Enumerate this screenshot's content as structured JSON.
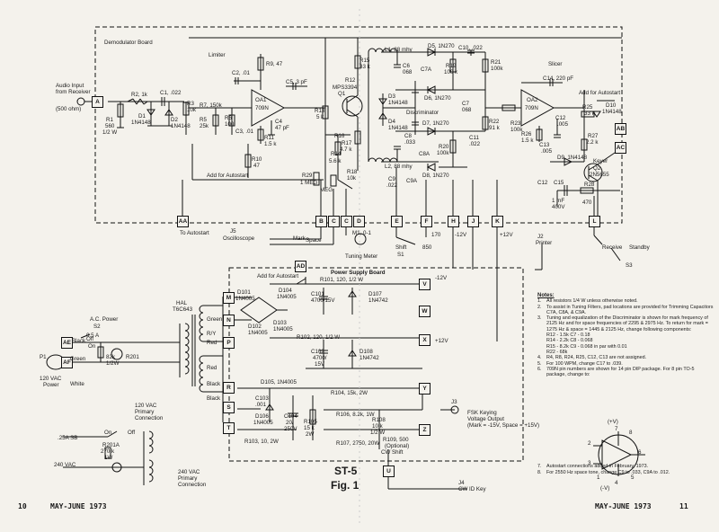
{
  "boards": {
    "demodulator": "Demodulator Board",
    "power_supply": "Power Supply Board",
    "limiter": "Limiter",
    "discriminator": "Discriminator",
    "slicer": "Slicer"
  },
  "input": {
    "label1": "Audio Input",
    "label2": "from Receiver",
    "label3": "(500 ohm)"
  },
  "parts_demod": [
    {
      "k": "r1",
      "t": "R1"
    },
    {
      "k": "r1v",
      "t": "560"
    },
    {
      "k": "r1w",
      "t": "1/2 W"
    },
    {
      "k": "r2",
      "t": "R2, 1k"
    },
    {
      "k": "c1",
      "t": "C1, .022"
    },
    {
      "k": "d1",
      "t": "D1"
    },
    {
      "k": "d1t",
      "t": "1N4148"
    },
    {
      "k": "d2",
      "t": "D2"
    },
    {
      "k": "d2t",
      "t": "1N4148"
    },
    {
      "k": "r3",
      "t": "R3"
    },
    {
      "k": "r3v",
      "t": "10k"
    },
    {
      "k": "r5",
      "t": "R5"
    },
    {
      "k": "r5v",
      "t": "25k"
    },
    {
      "k": "r7",
      "t": "R7, 150k"
    },
    {
      "k": "r6",
      "t": "R6"
    },
    {
      "k": "r6v",
      "t": "100"
    },
    {
      "k": "c2",
      "t": "C2, .01"
    },
    {
      "k": "r9",
      "t": "R9, 47"
    },
    {
      "k": "c5",
      "t": "C5, 3 pF"
    },
    {
      "k": "ic1",
      "t": "709N"
    },
    {
      "k": "oa1",
      "t": "OA1"
    },
    {
      "k": "c4",
      "t": "C4"
    },
    {
      "k": "c4v",
      "t": "47 pF"
    },
    {
      "k": "c3",
      "t": "C3, .01"
    },
    {
      "k": "r11",
      "t": "R11"
    },
    {
      "k": "r11v",
      "t": "1.5 k"
    },
    {
      "k": "r10",
      "t": "R10"
    },
    {
      "k": "r10v",
      "t": "47"
    },
    {
      "k": "aa",
      "t": "Add for Autostart"
    },
    {
      "k": "r15",
      "t": "R15"
    },
    {
      "k": "r15v",
      "t": "33 k"
    },
    {
      "k": "r12",
      "t": "R12"
    },
    {
      "k": "q1",
      "t": "MPS3394"
    },
    {
      "k": "q1b",
      "t": "Q1"
    },
    {
      "k": "r13",
      "t": "R13"
    },
    {
      "k": "r13v",
      "t": "5 k"
    },
    {
      "k": "r16",
      "t": "R16"
    },
    {
      "k": "r17",
      "t": "R17"
    },
    {
      "k": "r17v",
      "t": "4.7 k"
    },
    {
      "k": "r14",
      "t": "R14"
    },
    {
      "k": "r14v",
      "t": "5.6 k"
    },
    {
      "k": "r18",
      "t": "R18"
    },
    {
      "k": "r18v",
      "t": "10k"
    },
    {
      "k": "r29",
      "t": "R29"
    },
    {
      "k": "r29v",
      "t": "1 MEG"
    },
    {
      "k": "meg",
      "t": "MEG"
    },
    {
      "k": "l1",
      "t": "L1, 88 mhy"
    },
    {
      "k": "l2",
      "t": "L2, 88 mhy"
    },
    {
      "k": "c6",
      "t": "C6"
    },
    {
      "k": "c6v",
      "t": "068"
    },
    {
      "k": "c7a",
      "t": "C7A"
    },
    {
      "k": "c7",
      "t": "C7"
    },
    {
      "k": "c7v",
      "t": "068"
    },
    {
      "k": "d3",
      "t": "D3"
    },
    {
      "k": "d3t",
      "t": "1N4148"
    },
    {
      "k": "d4",
      "t": "D4"
    },
    {
      "k": "d4t",
      "t": "1N4148"
    },
    {
      "k": "d5",
      "t": "D5, 1N270"
    },
    {
      "k": "d6",
      "t": "D6, 1N270"
    },
    {
      "k": "d7",
      "t": "D7, 1N270"
    },
    {
      "k": "d8",
      "t": "D8, 1N270"
    },
    {
      "k": "c8",
      "t": "C8"
    },
    {
      "k": "c8v",
      "t": ".033"
    },
    {
      "k": "c8a",
      "t": "C8A"
    },
    {
      "k": "c9",
      "t": "C9"
    },
    {
      "k": "c9v",
      "t": ".022"
    },
    {
      "k": "c9a",
      "t": "C9A"
    },
    {
      "k": "c10",
      "t": "C10, .022"
    },
    {
      "k": "r19",
      "t": "R19"
    },
    {
      "k": "r19v",
      "t": "100 k"
    },
    {
      "k": "r21",
      "t": "R21"
    },
    {
      "k": "r21v",
      "t": "100k"
    },
    {
      "k": "c11",
      "t": "C11"
    },
    {
      "k": "c11v",
      "t": ".022"
    },
    {
      "k": "r20",
      "t": "R20"
    },
    {
      "k": "r20v",
      "t": "100k"
    },
    {
      "k": "r22",
      "t": "R22"
    },
    {
      "k": "r22v",
      "t": "91 k"
    },
    {
      "k": "r23",
      "t": "R23"
    },
    {
      "k": "r23v",
      "t": "100k"
    },
    {
      "k": "ic2",
      "t": "709N"
    },
    {
      "k": "oa2",
      "t": "OA2"
    },
    {
      "k": "c14",
      "t": "C14, 220 pF"
    },
    {
      "k": "c12",
      "t": "C12"
    },
    {
      "k": "c12v",
      "t": ".005"
    },
    {
      "k": "c13",
      "t": "C13"
    },
    {
      "k": "c13v",
      "t": ".005"
    },
    {
      "k": "r26",
      "t": "R26"
    },
    {
      "k": "r26v",
      "t": "1.5 k"
    },
    {
      "k": "r25",
      "t": "R25"
    },
    {
      "k": "r25v",
      "t": "33 k"
    },
    {
      "k": "d10",
      "t": "D10"
    },
    {
      "k": "d10t",
      "t": "1N4148"
    },
    {
      "k": "aa2",
      "t": "Add for Autostart"
    },
    {
      "k": "r27",
      "t": "R27"
    },
    {
      "k": "r27v",
      "t": "2.2 k"
    },
    {
      "k": "d9",
      "t": "D9, 1N4148"
    },
    {
      "k": "keyer",
      "t": "Keyer"
    },
    {
      "k": "q2",
      "t": "Q2"
    },
    {
      "k": "q2v",
      "t": "2N5655"
    },
    {
      "k": "c15",
      "t": "C15"
    },
    {
      "k": "c15v",
      "t": "1 mF"
    },
    {
      "k": "c15w",
      "t": "400V"
    },
    {
      "k": "r28",
      "t": "R28"
    },
    {
      "k": "r28v",
      "t": "470"
    },
    {
      "k": "c12b",
      "t": "C12"
    },
    {
      "k": "shift",
      "t": "Shift"
    },
    {
      "k": "s1",
      "t": "S1"
    },
    {
      "k": "n170",
      "t": "170"
    },
    {
      "k": "n850",
      "t": "850"
    },
    {
      "k": "tm",
      "t": "Tuning Meter"
    },
    {
      "k": "m1",
      "t": "M1, 0-1"
    },
    {
      "k": "mark",
      "t": "Mark"
    },
    {
      "k": "space",
      "t": "Space"
    },
    {
      "k": "j5",
      "t": "J5"
    },
    {
      "k": "osc",
      "t": "Oscilloscope"
    },
    {
      "k": "toaut",
      "t": "To Autostart"
    },
    {
      "k": "m12",
      "t": "-12V"
    },
    {
      "k": "p12",
      "t": "+12V"
    },
    {
      "k": "j2",
      "t": "J2"
    },
    {
      "k": "printer",
      "t": "Printer"
    },
    {
      "k": "receive",
      "t": "Receive"
    },
    {
      "k": "standby",
      "t": "Standby"
    },
    {
      "k": "s3",
      "t": "S3"
    }
  ],
  "parts_psu": [
    {
      "k": "aa",
      "t": "Add for Autostart"
    },
    {
      "k": "hal",
      "t": "HAL"
    },
    {
      "k": "hal2",
      "t": "T6C643"
    },
    {
      "k": "d101",
      "t": "D101"
    },
    {
      "k": "d101t",
      "t": "1N4005"
    },
    {
      "k": "d104",
      "t": "D104"
    },
    {
      "k": "d104t",
      "t": "1N4005"
    },
    {
      "k": "d102",
      "t": "D102"
    },
    {
      "k": "d102t",
      "t": "1N4005"
    },
    {
      "k": "d103",
      "t": "D103"
    },
    {
      "k": "d103t",
      "t": "1N4005"
    },
    {
      "k": "r101",
      "t": "R101, 120, 1/2 W"
    },
    {
      "k": "c101",
      "t": "C101"
    },
    {
      "k": "c101v",
      "t": "4700/15V"
    },
    {
      "k": "d107",
      "t": "D107"
    },
    {
      "k": "d107t",
      "t": "1N4742"
    },
    {
      "k": "m12",
      "t": "-12V"
    },
    {
      "k": "r102",
      "t": "R102, 120, 1/2 W"
    },
    {
      "k": "c102",
      "t": "C102"
    },
    {
      "k": "c102v",
      "t": "4700/"
    },
    {
      "k": "c102w",
      "t": "15V"
    },
    {
      "k": "d108",
      "t": "D108"
    },
    {
      "k": "d108t",
      "t": "1N4742"
    },
    {
      "k": "p12",
      "t": "+12V"
    },
    {
      "k": "acp",
      "t": "A.C. Power"
    },
    {
      "k": "s2",
      "t": "S2"
    },
    {
      "k": "a05",
      "t": "0.5 A"
    },
    {
      "k": "p1",
      "t": "P1"
    },
    {
      "k": "v120",
      "t": "120 VAC"
    },
    {
      "k": "pow",
      "t": "Power"
    },
    {
      "k": "black",
      "t": "Black"
    },
    {
      "k": "green",
      "t": "Green"
    },
    {
      "k": "white",
      "t": "White"
    },
    {
      "k": "r201",
      "t": "R201"
    },
    {
      "k": "n82",
      "t": "82k"
    },
    {
      "k": "n82w",
      "t": "1/2W"
    },
    {
      "k": "on",
      "t": "On"
    },
    {
      "k": "off",
      "t": "Off"
    },
    {
      "k": "prim1",
      "t": "120 VAC"
    },
    {
      "k": "prim2",
      "t": "Primary"
    },
    {
      "k": "prim3",
      "t": "Connection"
    },
    {
      "k": "gr",
      "t": "Green"
    },
    {
      "k": "red",
      "t": "Red"
    },
    {
      "k": "ry",
      "t": "R/Y"
    },
    {
      "k": "red2",
      "t": "Red"
    },
    {
      "k": "bk",
      "t": "Black"
    },
    {
      "k": "blk2",
      "t": "Black"
    },
    {
      "k": "d105",
      "t": "D105, 1N4005"
    },
    {
      "k": "c103",
      "t": "C103"
    },
    {
      "k": "c103v",
      "t": ".001"
    },
    {
      "k": "d106",
      "t": "D106"
    },
    {
      "k": "d106t",
      "t": "1N4005"
    },
    {
      "k": "c104",
      "t": "C104"
    },
    {
      "k": "c104v",
      "t": "20/"
    },
    {
      "k": "c104w",
      "t": "250V"
    },
    {
      "k": "r103",
      "t": "R103, 10, 2W"
    },
    {
      "k": "r104",
      "t": "R104, 15k, 2W"
    },
    {
      "k": "r105",
      "t": "R105"
    },
    {
      "k": "r105v",
      "t": "15 k"
    },
    {
      "k": "r105w",
      "t": "2W"
    },
    {
      "k": "r106",
      "t": "R106, 8.2k, 1W"
    },
    {
      "k": "r107",
      "t": "R107, 2750, 20W"
    },
    {
      "k": "r108",
      "t": "R108"
    },
    {
      "k": "r108v",
      "t": "10 k"
    },
    {
      "k": "r108w",
      "t": "1/2 W"
    },
    {
      "k": "r109",
      "t": "R109, 500"
    },
    {
      "k": "opt",
      "t": "(Optional)"
    },
    {
      "k": "cws",
      "t": "CW Shift"
    },
    {
      "k": "j3",
      "t": "J3"
    },
    {
      "k": "fsk1",
      "t": "FSK Keying"
    },
    {
      "k": "fsk2",
      "t": "Voltage Output"
    },
    {
      "k": "fsk3",
      "t": "(Mark = -15V, Space = +15V)"
    },
    {
      "k": "j4",
      "t": "J4"
    },
    {
      "k": "cwid",
      "t": "CW ID Key"
    },
    {
      "k": "a25",
      "t": ".25A SB"
    },
    {
      "k": "r201a",
      "t": "R201A"
    },
    {
      "k": "r270",
      "t": "270 k"
    },
    {
      "k": "r270w",
      "t": "1W"
    },
    {
      "k": "v240",
      "t": "240 VAC"
    },
    {
      "k": "on2",
      "t": "On"
    },
    {
      "k": "off2",
      "t": "Off"
    },
    {
      "k": "p240a",
      "t": "240 VAC"
    },
    {
      "k": "p240b",
      "t": "Primary"
    },
    {
      "k": "p240c",
      "t": "Connection"
    }
  ],
  "connectors": [
    "A",
    "AA",
    "AB",
    "AC",
    "B",
    "C",
    "C",
    "D",
    "E",
    "F",
    "H",
    "J",
    "K",
    "L",
    "AD",
    "AE",
    "AF",
    "M",
    "N",
    "P",
    "R",
    "S",
    "T",
    "V",
    "W",
    "X",
    "Y",
    "U",
    "Z"
  ],
  "notes": {
    "header": "Notes:",
    "items": [
      {
        "n": "1.",
        "t": "All resistors 1/4 W unless otherwise noted."
      },
      {
        "n": "2.",
        "t": "To assist in Tuning Filters, pad locations are provided for Trimming Capacitors C7A, C8A, & C9A."
      },
      {
        "n": "3.",
        "t": "Tuning and equalization of the Discriminator is shown for mark frequency of 2125 Hz and for space frequencies of 2295 & 2975 Hz. To return for mark = 1275 Hz & space = 1445 & 2125 Hz, change following components:"
      },
      {
        "n": "",
        "t": "R12 - 1.5k          C7 - 0.18"
      },
      {
        "n": "",
        "t": "R14 - 2.2k          C8 - 0.068"
      },
      {
        "n": "",
        "t": "R15 - 8.2k          C9 - 0.068 in par with 0.01"
      },
      {
        "n": "",
        "t": "R22 - 68k"
      },
      {
        "n": "4.",
        "t": "R4, R8, R24, R25, C12, C13 are not assigned."
      },
      {
        "n": "5.",
        "t": "For 100 WPM, change C17 to .039."
      },
      {
        "n": "6.",
        "t": "709N pin numbers are shown for 14 pin DIP package. For 8 pin TO-5 package, change to:"
      },
      {
        "n": "7.",
        "t": "Autostart connections added in February, 1973."
      },
      {
        "n": "8.",
        "t": "For 2550 Hz space tone, change C9 to .033, C9A to .012."
      }
    ],
    "opamp_labels": {
      "p2": "2",
      "p3": "3",
      "p4": "4",
      "p6": "6",
      "p7": "7",
      "vp": "(+V)",
      "vm": "(-V)",
      "p1": "1",
      "p5": "5",
      "p8": "8"
    }
  },
  "title": {
    "line1": "ST-5",
    "line2": "Fig. 1"
  },
  "footer": {
    "left_page": "10",
    "left_date": "MAY-JUNE 1973",
    "right_date": "MAY-JUNE 1973",
    "right_page": "11"
  }
}
